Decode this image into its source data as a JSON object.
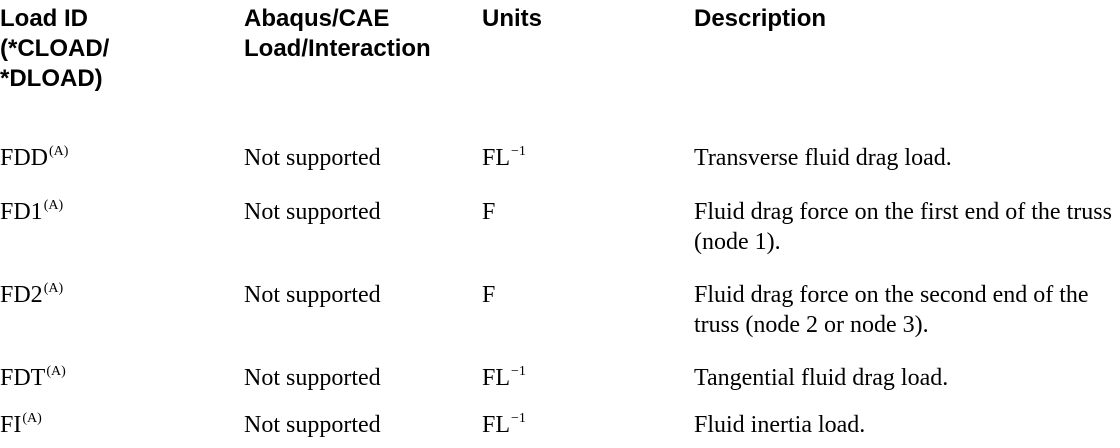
{
  "headers": {
    "load_id": "Load ID\n(*CLOAD/\n*DLOAD)",
    "cae": "Abaqus/CAE\nLoad/Interaction",
    "units": "Units",
    "description": "Description"
  },
  "rows": [
    {
      "id": "FDD",
      "id_sup": "(A)",
      "cae": "Not supported",
      "unit": "FL",
      "unit_sup": "−1",
      "desc": "Transverse fluid drag load."
    },
    {
      "id": "FD1",
      "id_sup": "(A)",
      "cae": "Not supported",
      "unit": "F",
      "unit_sup": "",
      "desc": "Fluid drag force on the first end of the truss (node 1)."
    },
    {
      "id": "FD2",
      "id_sup": "(A)",
      "cae": "Not supported",
      "unit": "F",
      "unit_sup": "",
      "desc": "Fluid drag force on the second end of the truss (node 2 or node 3)."
    },
    {
      "id": "FDT",
      "id_sup": "(A)",
      "cae": "Not supported",
      "unit": "FL",
      "unit_sup": "−1",
      "desc": "Tangential fluid drag load."
    },
    {
      "id": "FI",
      "id_sup": "(A)",
      "cae": "Not supported",
      "unit": "FL",
      "unit_sup": "−1",
      "desc": "Fluid inertia load."
    }
  ]
}
